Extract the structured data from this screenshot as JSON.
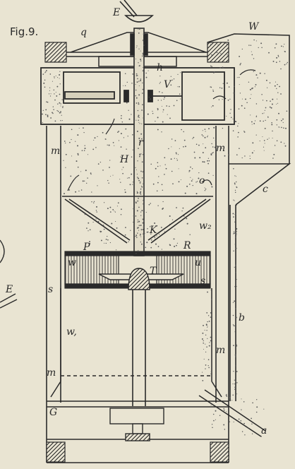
{
  "figure": {
    "title": "Fig.9."
  },
  "labels": {
    "E_top": "E",
    "q": "q",
    "h": "h",
    "W": "W",
    "V": "V",
    "m_left": "m",
    "m_right": "m",
    "H": "H",
    "r": "r",
    "o": "o",
    "c": "c",
    "K": "K",
    "w2": "w₂",
    "P": "P",
    "R": "R",
    "w_left": "w",
    "u": "u",
    "T": "T",
    "s_left": "s",
    "s_right": "s",
    "E_left": "E",
    "b": "b",
    "w1": "w,",
    "m_lower_right": "m",
    "m_lower_left": "m",
    "G": "G",
    "a": "a"
  },
  "colors": {
    "ink": "#2a2a2a",
    "paper": "#e9e4d2",
    "dust": "#5a5a5a",
    "hatch": "#1c1c1c"
  }
}
